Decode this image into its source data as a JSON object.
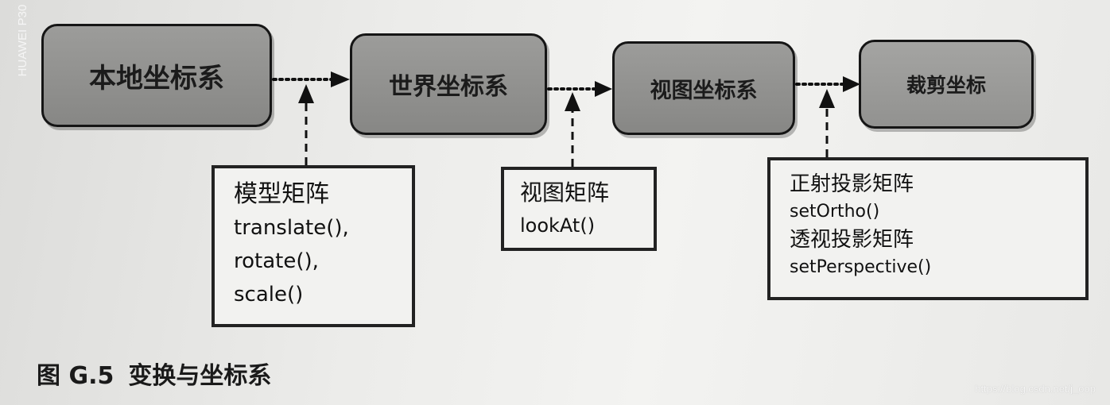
{
  "boxes": {
    "local": "本地坐标系",
    "world": "世界坐标系",
    "view": "视图坐标系",
    "clip": "裁剪坐标"
  },
  "matrices": {
    "model": {
      "title": "模型矩阵",
      "functions": [
        "translate(),",
        "rotate(),",
        "scale()"
      ]
    },
    "view": {
      "title": "视图矩阵",
      "functions": [
        "lookAt()"
      ]
    },
    "projection": {
      "ortho_title": "正射投影矩阵",
      "ortho_function": "setOrtho()",
      "persp_title": "透视投影矩阵",
      "persp_function": "setPerspective()"
    }
  },
  "caption": {
    "figure_number": "图 G.5",
    "title": "变换与坐标系"
  },
  "watermark": "https://blog.csdn.net/j_oop",
  "camera_mark": [
    "HUAWEI",
    "P30"
  ],
  "colors": {
    "box_fill": "#8f8f8d",
    "border": "#151515",
    "paper": "#ececea"
  }
}
